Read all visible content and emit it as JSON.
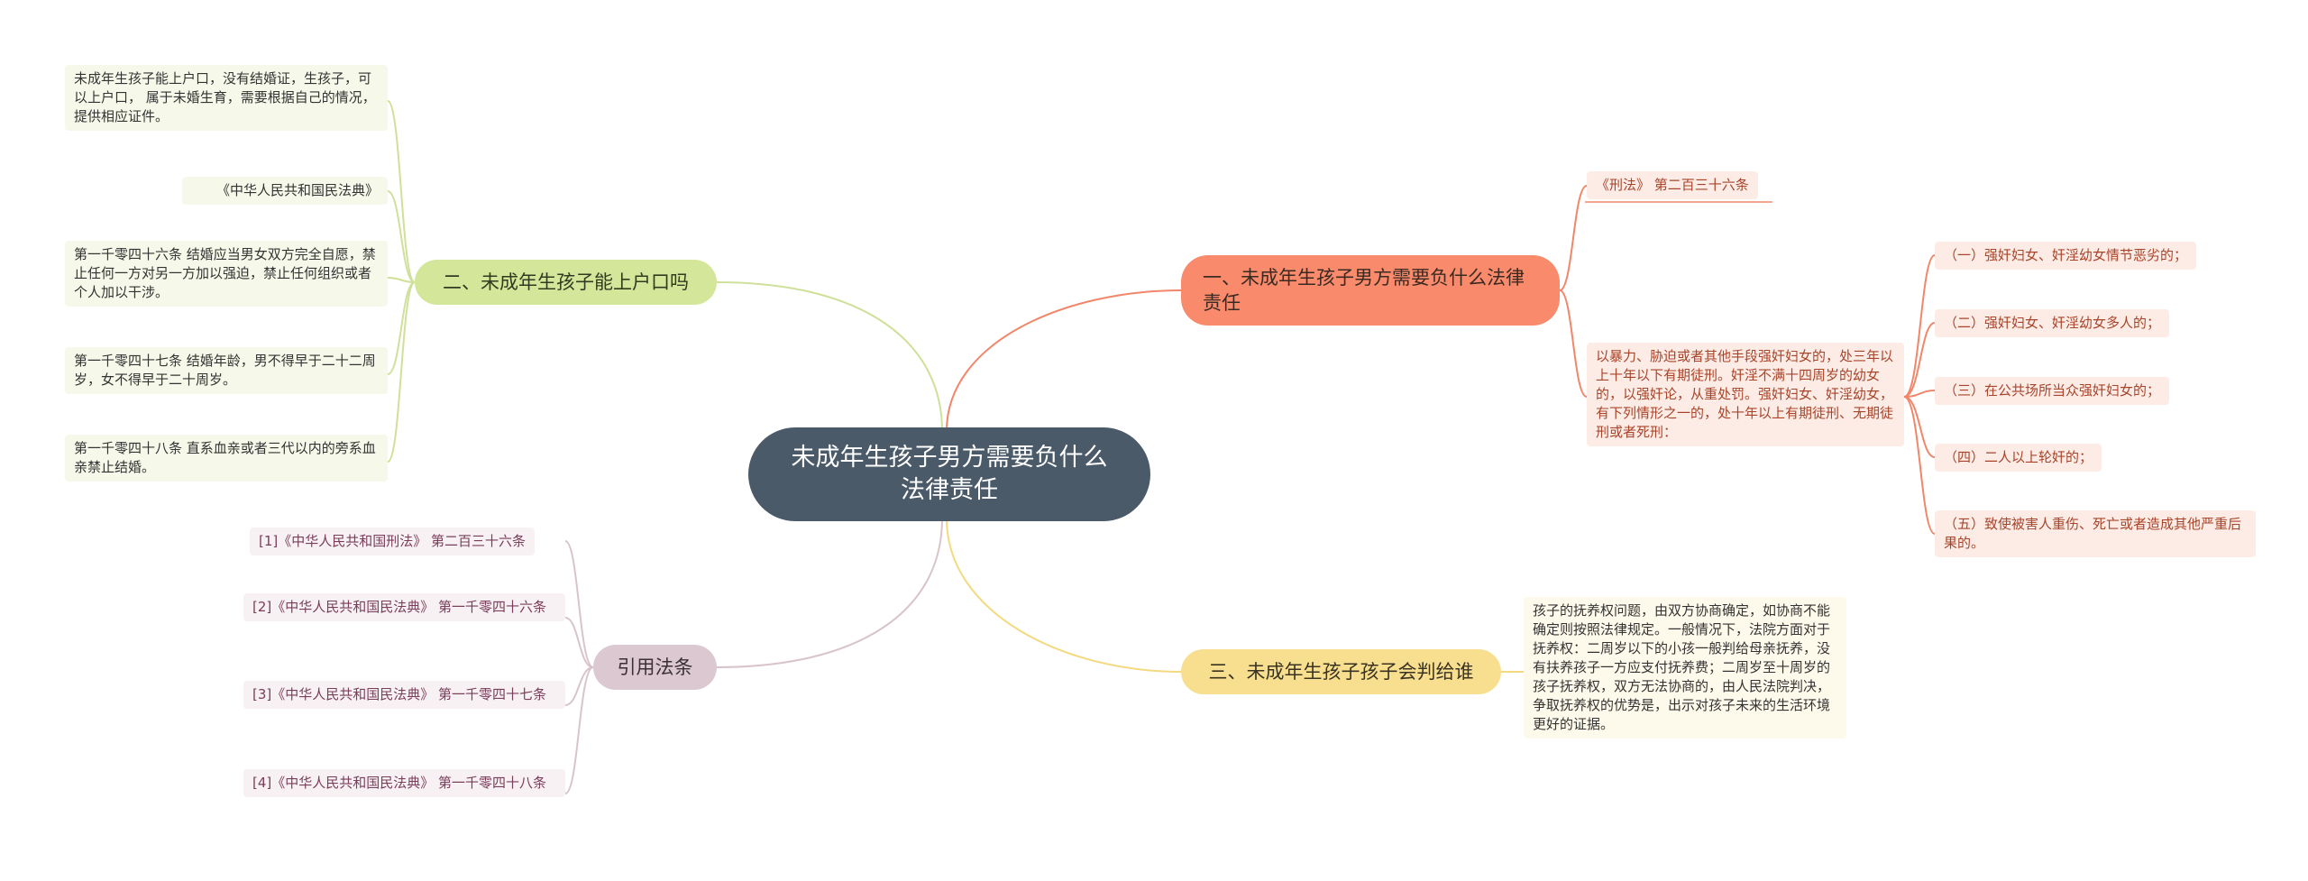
{
  "root": {
    "label": "未成年生孩子男方需要负什么法律责任"
  },
  "branches": [
    {
      "label": "一、未成年生孩子男方需要负什么法律责任",
      "children": [
        {
          "text": "《刑法》 第二百三十六条"
        },
        {
          "text": "以暴力、胁迫或者其他手段强奸妇女的，处三年以上十年以下有期徒刑。奸淫不满十四周岁的幼女的，以强奸论，从重处罚。强奸妇女、奸淫幼女，有下列情形之一的，处十年以上有期徒刑、无期徒刑或者死刑：",
          "children": [
            {
              "text": "（一）强奸妇女、奸淫幼女情节恶劣的；"
            },
            {
              "text": "（二）强奸妇女、奸淫幼女多人的；"
            },
            {
              "text": "（三）在公共场所当众强奸妇女的；"
            },
            {
              "text": "（四）二人以上轮奸的；"
            },
            {
              "text": "（五）致使被害人重伤、死亡或者造成其他严重后果的。"
            }
          ]
        }
      ]
    },
    {
      "label": "二、未成年生孩子能上户口吗",
      "children": [
        {
          "text": "未成年生孩子能上户口，没有结婚证，生孩子，可以上户口，  属于未婚生育，需要根据自己的情况，提供相应证件。"
        },
        {
          "text": "《中华人民共和国民法典》"
        },
        {
          "text": "第一千零四十六条 结婚应当男女双方完全自愿，禁止任何一方对另一方加以强迫，禁止任何组织或者个人加以干涉。"
        },
        {
          "text": "第一千零四十七条 结婚年龄，男不得早于二十二周岁，女不得早于二十周岁。"
        },
        {
          "text": "第一千零四十八条 直系血亲或者三代以内的旁系血亲禁止结婚。"
        }
      ]
    },
    {
      "label": "三、未成年生孩子孩子会判给谁",
      "children": [
        {
          "text": "孩子的抚养权问题，由双方协商确定，如协商不能确定则按照法律规定。一般情况下，法院方面对于抚养权：二周岁以下的小孩一般判给母亲抚养，没有扶养孩子一方应支付抚养费；二周岁至十周岁的孩子抚养权，双方无法协商的，由人民法院判决，争取抚养权的优势是，出示对孩子未来的生活环境更好的证据。"
        }
      ]
    },
    {
      "label": "引用法条",
      "children": [
        {
          "text": "[1]《中华人民共和国刑法》 第二百三十六条"
        },
        {
          "text": "[2]《中华人民共和国民法典》 第一千零四十六条"
        },
        {
          "text": "[3]《中华人民共和国民法典》 第一千零四十七条"
        },
        {
          "text": "[4]《中华人民共和国民法典》 第一千零四十八条"
        }
      ]
    }
  ],
  "colors": {
    "root": "#4a5a68",
    "branch1": "#f98a6b",
    "branch2": "#d4e69a",
    "branch3": "#f8df8f",
    "branch4": "#dcc8d1"
  }
}
